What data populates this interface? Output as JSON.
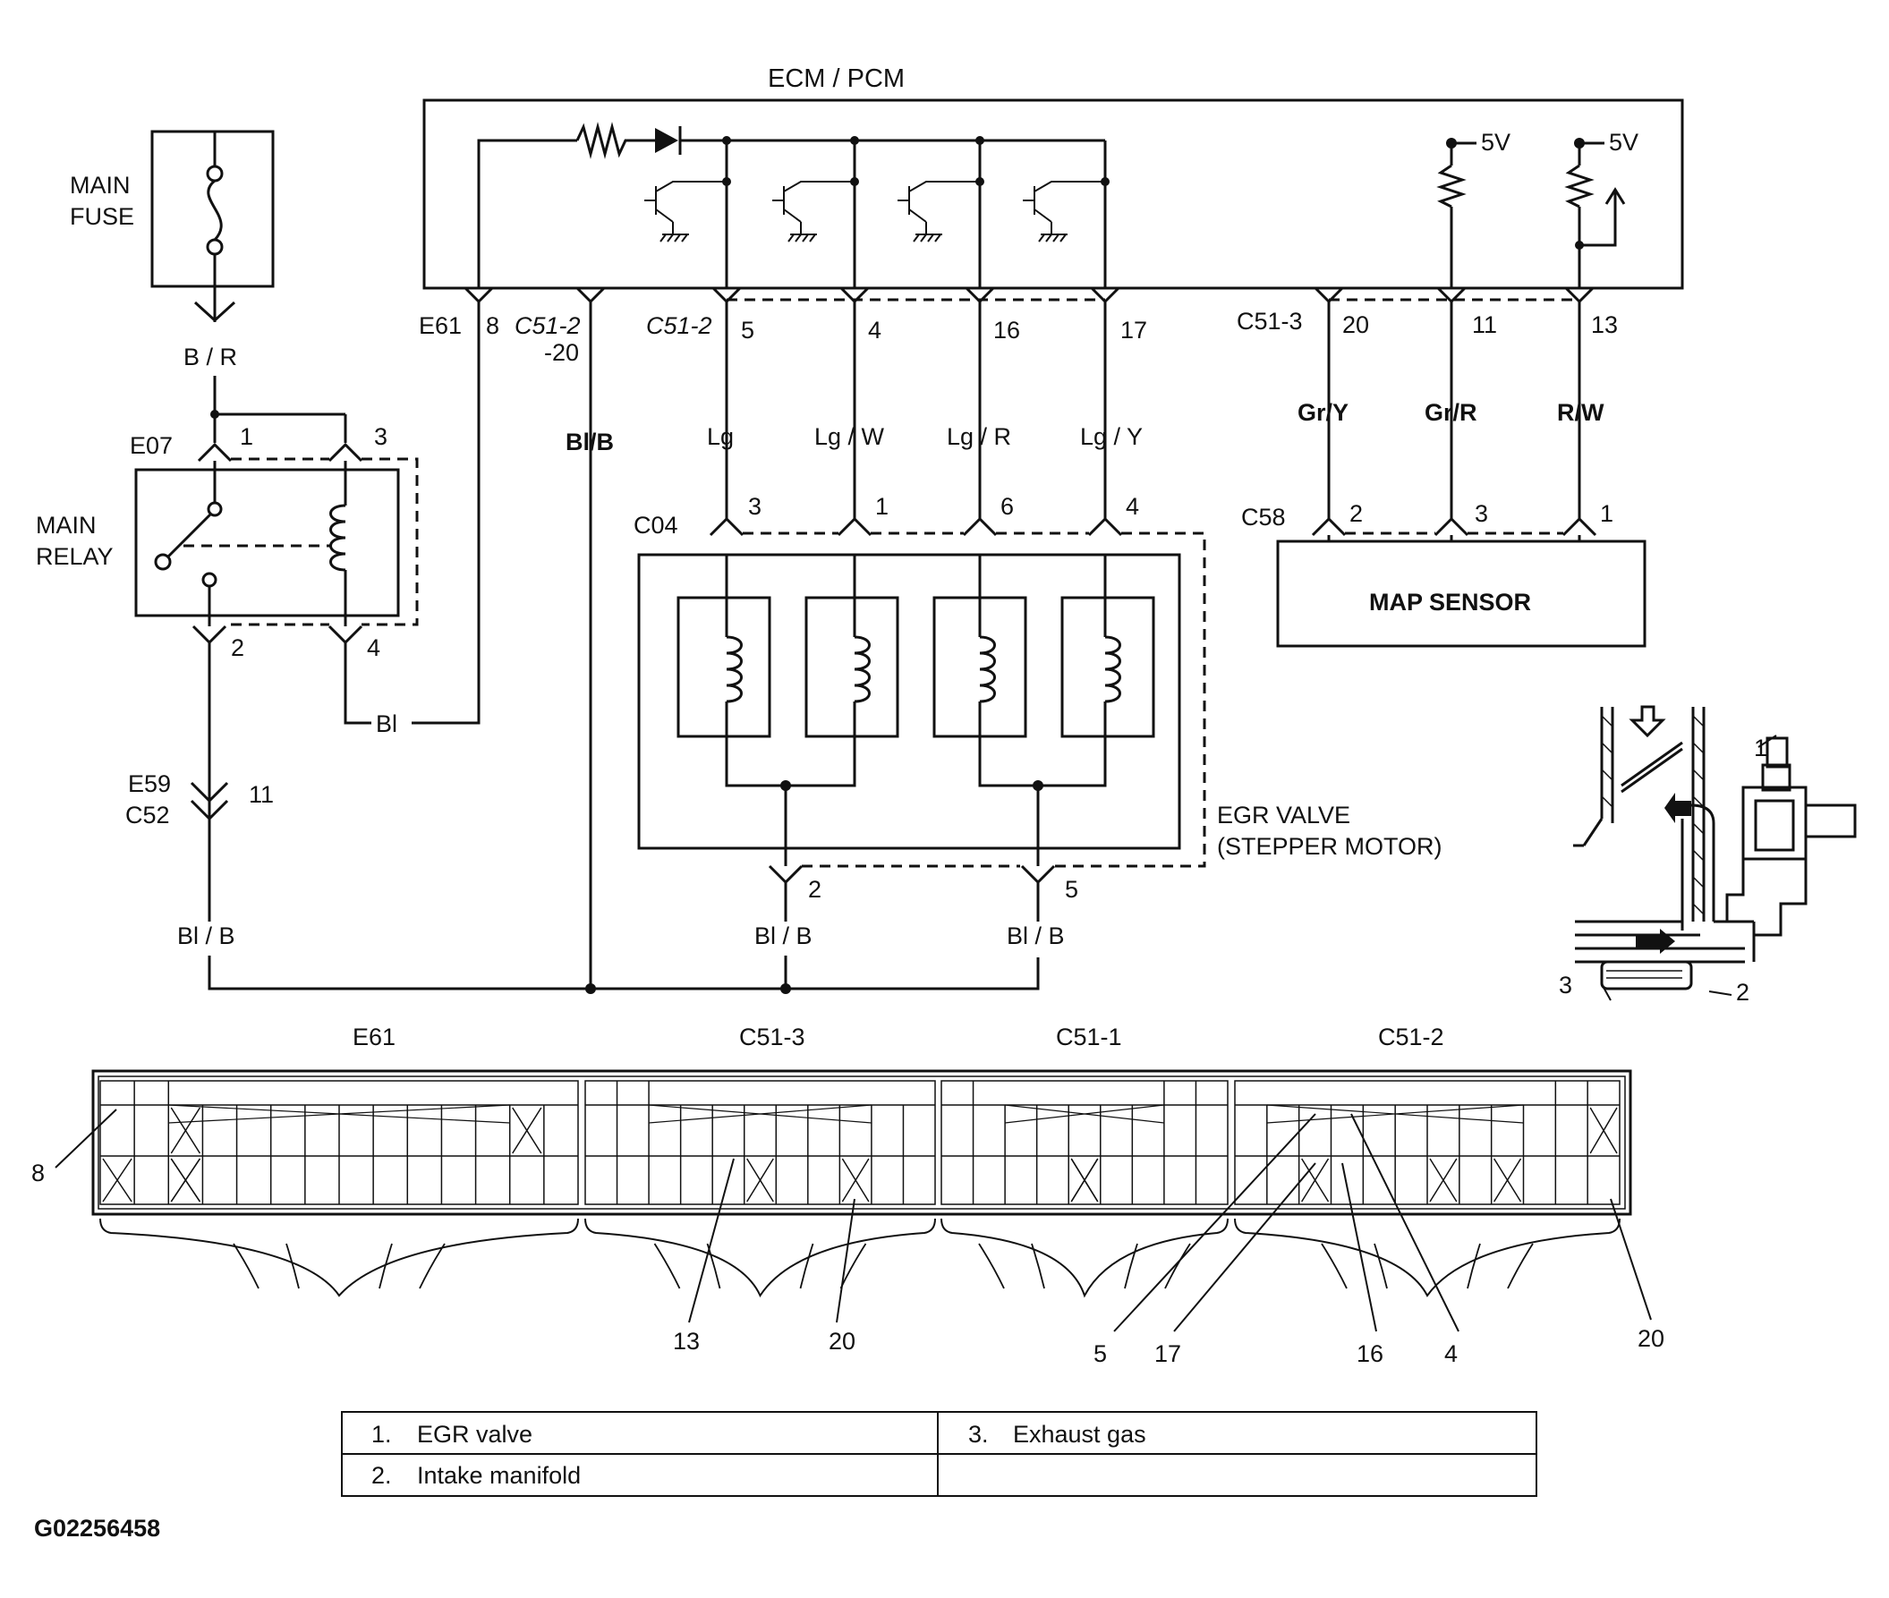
{
  "diagram": {
    "ecm_label": "ECM / PCM",
    "main_fuse": [
      "MAIN",
      "FUSE"
    ],
    "main_relay": [
      "MAIN",
      "RELAY"
    ],
    "map_sensor": "MAP SENSOR",
    "egr_valve": [
      "EGR VALVE",
      "(STEPPER MOTOR)"
    ],
    "voltage": "5V",
    "figure_id": "G02256458",
    "connectors": {
      "e61": "E61",
      "c51_2": "C51-2",
      "c51_2_20a": "C51-2",
      "c51_2_20b": "-20",
      "c51_3": "C51-3",
      "e07": "E07",
      "c04": "C04",
      "c58": "C58",
      "e59": "E59",
      "c52": "C52"
    },
    "wires": {
      "br": "B / R",
      "bl": "Bl",
      "blb_main": "Bl/B",
      "blb": "Bl / B",
      "lg": "Lg",
      "lgw": "Lg / W",
      "lgr": "Lg / R",
      "lgy": "Lg / Y",
      "gry": "Gr/Y",
      "grr": "Gr/R",
      "rw": "R/W"
    },
    "pins": {
      "e61_8": "8",
      "c51_5": "5",
      "c51_4": "4",
      "c51_16": "16",
      "c51_17": "17",
      "c513_20": "20",
      "c513_11": "11",
      "c513_13": "13",
      "e07_1": "1",
      "e07_3": "3",
      "e07_2": "2",
      "e07_4": "4",
      "c04_3": "3",
      "c04_1": "1",
      "c04_6": "6",
      "c04_4": "4",
      "c04_2": "2",
      "c04_5": "5",
      "c58_2": "2",
      "c58_3": "3",
      "c58_1": "1",
      "e59_11": "11"
    },
    "connector_face": {
      "titles": [
        "E61",
        "C51-3",
        "C51-1",
        "C51-2"
      ],
      "callouts": {
        "left8": "8",
        "n13": "13",
        "n20a": "20",
        "n5": "5",
        "n17": "17",
        "n16": "16",
        "n4": "4",
        "n20b": "20"
      }
    },
    "inset_callouts": [
      "1",
      "2",
      "3"
    ]
  },
  "legend": {
    "rows": [
      [
        {
          "num": "1.",
          "text": "EGR valve"
        },
        {
          "num": "3.",
          "text": "Exhaust gas"
        }
      ],
      [
        {
          "num": "2.",
          "text": "Intake manifold"
        },
        {
          "num": "",
          "text": ""
        }
      ]
    ]
  }
}
